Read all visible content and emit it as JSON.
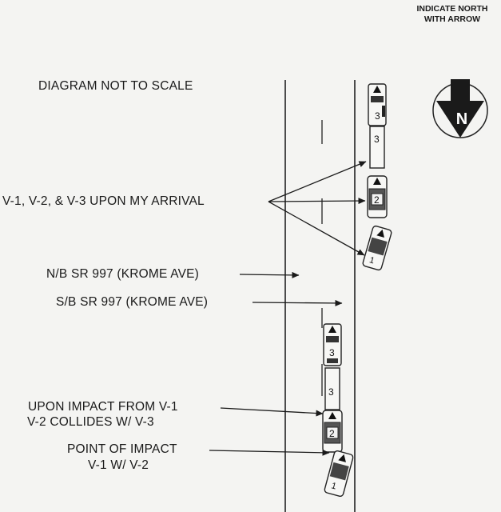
{
  "north_note": {
    "line1": "INDICATE NORTH",
    "line2": "WITH ARROW"
  },
  "scale_note": "DIAGRAM NOT TO SCALE",
  "labels": {
    "arrival": "V-1, V-2, & V-3 UPON MY ARRIVAL",
    "northbound": "N/B SR 997 (KROME AVE)",
    "southbound": "S/B SR 997 (KROME AVE)",
    "impact_line1": "UPON IMPACT FROM V-1",
    "impact_line2": "V-2 COLLIDES W/ V-3",
    "poi_line1": "POINT OF IMPACT",
    "poi_line2": "V-1 W/ V-2"
  },
  "north_arrow": {
    "letter": "N"
  },
  "vehicles": {
    "v3_top_cab": "3",
    "v3_top_trailer": "3",
    "v2_top": "2",
    "v1_top": "1",
    "v3_bottom_cab": "3",
    "v3_bottom_trailer": "3",
    "v2_bottom": "2",
    "v1_bottom": "1"
  }
}
